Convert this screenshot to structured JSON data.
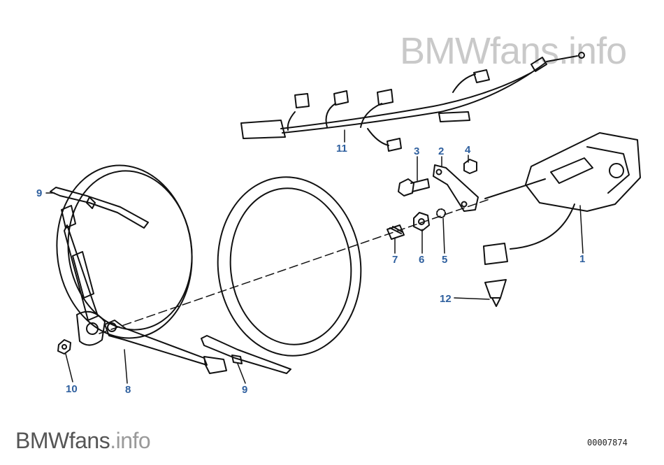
{
  "watermark_top": "BMWfans.info",
  "watermark_bottom": {
    "brand": "BMWfans",
    "tld": ".info"
  },
  "document_number": "00007874",
  "colors": {
    "callout": "#2e5f9e",
    "line": "#111111",
    "watermark_light": "#c9c9c9",
    "watermark_dark": "#555555"
  },
  "callouts": {
    "c1": "1",
    "c2": "2",
    "c3": "3",
    "c4": "4",
    "c5": "5",
    "c6": "6",
    "c7": "7",
    "c8": "8",
    "c9a": "9",
    "c9b": "9",
    "c10": "10",
    "c11": "11",
    "c12": "12"
  }
}
